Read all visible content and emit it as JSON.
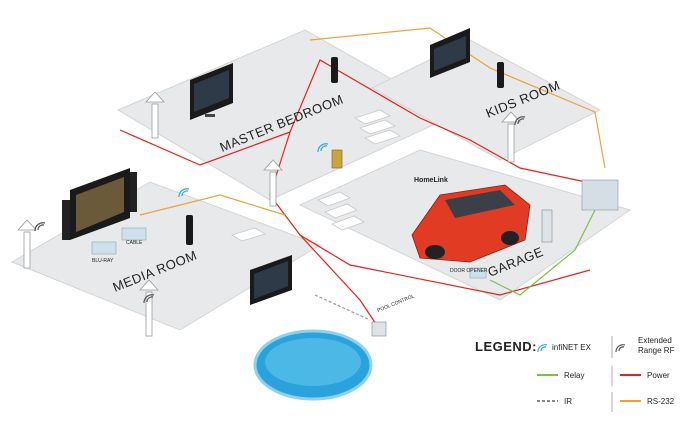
{
  "rooms": {
    "master_bedroom": "MASTER BEDROOM",
    "kids_room": "KIDS ROOM",
    "media_room": "MEDIA ROOM",
    "garage": "GARAGE"
  },
  "device_labels": {
    "homelink": "HomeLink",
    "blu_ray": "BLU-RAY",
    "cable": "CABLE",
    "door_opener": "DOOR OPENER",
    "pool_control": "POOL CONTROL"
  },
  "legend": {
    "title": "LEGEND:",
    "items": [
      {
        "label": "infiNET EX",
        "symbol": "wifi",
        "color": "#3aa6dc"
      },
      {
        "label": "Extended Range RF",
        "symbol": "wifi",
        "color": "#555555"
      },
      {
        "label": "Relay",
        "symbol": "line",
        "color": "#7cc242"
      },
      {
        "label": "Power",
        "symbol": "line",
        "color": "#e2231a"
      },
      {
        "label": "IR",
        "symbol": "dash",
        "color": "#888888"
      },
      {
        "label": "RS-232",
        "symbol": "line",
        "color": "#e8a33d"
      }
    ]
  },
  "colors": {
    "floor": "#e6e7e8",
    "floor_edge": "#cfd0d2",
    "power": "#e2231a",
    "rs232": "#e8a33d",
    "relay": "#7cc242",
    "ir": "#9a9a9a",
    "rf": "#3aa6dc",
    "car": "#e23b24",
    "pool": "#2aa3dc"
  }
}
